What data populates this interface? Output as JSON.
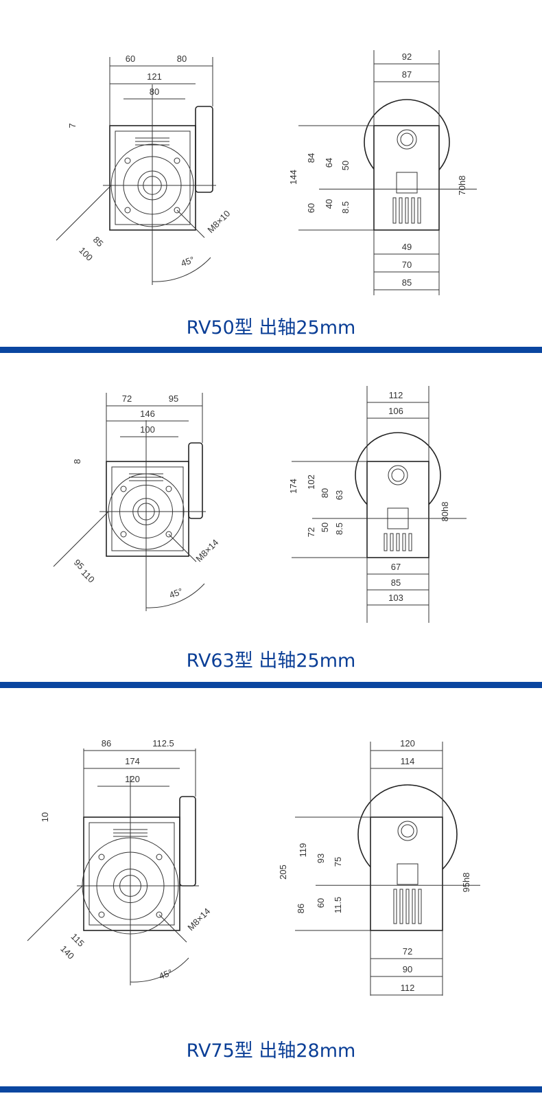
{
  "accent_color": "#0a46a0",
  "sections": [
    {
      "title": "RV50型 出轴25mm",
      "front_labels": [
        "60",
        "80",
        "121",
        "80",
        "7",
        "85",
        "100",
        "M8×10",
        "45°"
      ],
      "side_labels": [
        "92",
        "87",
        "144",
        "84",
        "64",
        "50",
        "60",
        "40",
        "8.5",
        "70h8",
        "49",
        "70",
        "85"
      ]
    },
    {
      "title": "RV63型 出轴25mm",
      "front_labels": [
        "72",
        "95",
        "146",
        "100",
        "8",
        "95",
        "110",
        "M8×14",
        "45°"
      ],
      "side_labels": [
        "112",
        "106",
        "174",
        "102",
        "80",
        "63",
        "72",
        "50",
        "8.5",
        "80h8",
        "67",
        "85",
        "103"
      ]
    },
    {
      "title": "RV75型 出轴28mm",
      "front_labels": [
        "86",
        "112.5",
        "174",
        "120",
        "10",
        "115",
        "140",
        "M8×14",
        "45°"
      ],
      "side_labels": [
        "120",
        "114",
        "205",
        "119",
        "93",
        "75",
        "86",
        "60",
        "11.5",
        "95h8",
        "72",
        "90",
        "112"
      ]
    }
  ]
}
